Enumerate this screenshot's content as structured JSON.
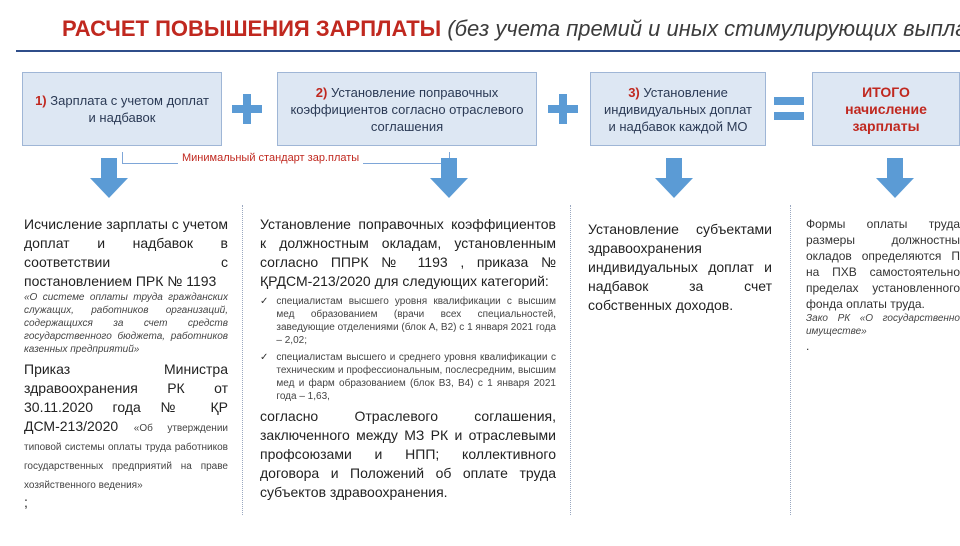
{
  "title": {
    "main": "РАСЧЕТ ПОВЫШЕНИЯ ЗАРПЛАТЫ",
    "sub": "(без учета премий и иных стимулирующих выплат)"
  },
  "boxes": [
    {
      "num": "1)",
      "text": "Зарплата с учетом доплат и надбавок"
    },
    {
      "num": "2)",
      "text": "Установление поправочных коэффициентов согласно отраслевого соглашения"
    },
    {
      "num": "3)",
      "text": "Установление индивидуальных доплат и надбавок каждой МО"
    },
    {
      "num": "",
      "text": "ИТОГО начисление зарплаты"
    }
  ],
  "bracket_label": "Минимальный стандарт зар.платы",
  "col1": {
    "main": "Исчисление зарплаты с учетом доплат и надбавок в соответствии с постановлением ПРК № 1193",
    "note": "«О системе оплаты труда гражданских служащих, работников организаций, содержащихся за счет средств государственного бюджета, работников казенных предприятий»",
    "main2": "Приказ Министра здравоохранения РК от 30.11.2020 года № ҚР ДСМ-213/2020",
    "note2": "«Об утверждении типовой системы оплаты труда работников государственных предприятий на праве хозяйственного ведения»",
    "tail": ";"
  },
  "col2": {
    "intro": "Установление поправочных коэффициентов к должностным окладам, установленным согласно ППРК № 1193 , приказа № ҚРДСМ-213/2020 для следующих категорий:",
    "bullets": [
      "специалистам высшего уровня квалификации с высшим мед образованием (врачи всех специальностей, заведующие отделениями (блок А, В2) с 1 января 2021 года – 2,02;",
      "специалистам высшего и среднего уровня квалификации с техническим и профессиональным, послесредним, высшим мед и фарм образованием (блок В3, В4) с 1 января 2021 года – 1,63,"
    ],
    "outro": "согласно Отраслевого соглашения, заключенного между МЗ РК и отраслевыми профсоюзами и НПП; коллективного договора и Положений об оплате труда субъектов здравоохранения."
  },
  "col3": {
    "text": "Установление субъектами здравоохранения индивидуальных доплат и надбавок за счет собственных доходов."
  },
  "col4": {
    "text": "Формы оплаты труда размеры должностны окладов определяются П на ПХВ самостоятельно пределах установленного фонда оплаты труда.",
    "note_lead": "Зако",
    "note": "РК «О государственно имуществе»",
    "tail": "."
  },
  "colors": {
    "accent_red": "#c0281f",
    "box_fill": "#dde7f3",
    "arrow_blue": "#5b9bd5",
    "rule": "#2f4e8a"
  },
  "icons": [
    "plus-icon",
    "plus-icon",
    "equals-icon",
    "down-arrow-icon"
  ]
}
